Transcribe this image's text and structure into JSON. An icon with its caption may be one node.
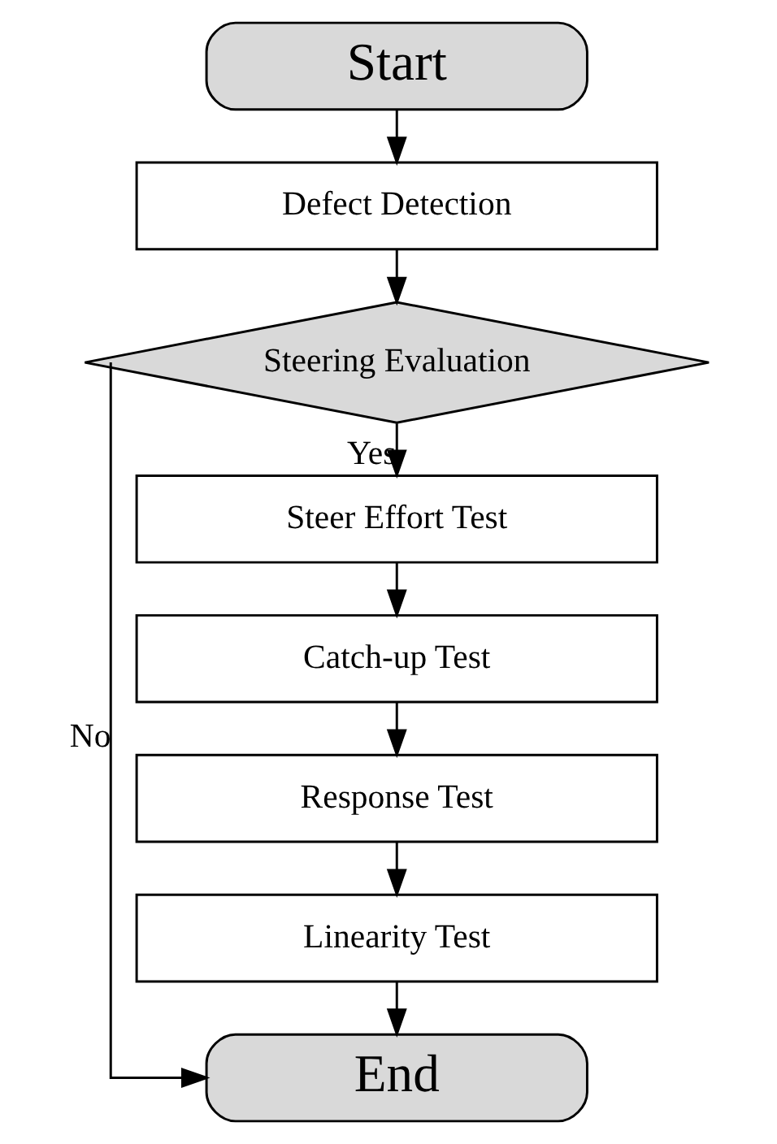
{
  "diagram": {
    "nodes": [
      {
        "text": [
          "Start"
        ]
      },
      {
        "text": [
          "Defect Detection"
        ]
      },
      {
        "text": [
          "Steering Evaluation"
        ]
      },
      {
        "text": [
          "Steer Effort Test"
        ]
      },
      {
        "text": [
          "Catch-up Test"
        ]
      },
      {
        "text": [
          "Response Test"
        ]
      },
      {
        "text": [
          "Linearity Test"
        ]
      },
      {
        "text": [
          "End"
        ]
      }
    ],
    "edges": [
      {
        "from": 0,
        "to": 1,
        "arrow": "to"
      },
      {
        "from": 1,
        "to": 2,
        "arrow": "to"
      },
      {
        "from": 2,
        "to": 3,
        "arrow": "to",
        "label": "Yes"
      },
      {
        "from": 3,
        "to": 4,
        "arrow": "to"
      },
      {
        "from": 4,
        "to": 5,
        "arrow": "to"
      },
      {
        "from": 5,
        "to": 6,
        "arrow": "to"
      },
      {
        "from": 6,
        "to": 7,
        "arrow": "to"
      },
      {
        "from": 2,
        "to": 7,
        "arrow": "to",
        "label": "No"
      }
    ]
  }
}
